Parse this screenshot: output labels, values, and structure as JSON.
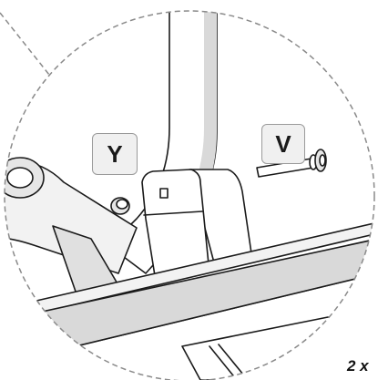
{
  "labels": {
    "y": "Y",
    "v": "V"
  },
  "quantity": "2 x",
  "colors": {
    "outline": "#1a1a1a",
    "shade": "#d9d9d9",
    "light_fill": "#f2f2f2",
    "label_fill": "#f0f0f0",
    "label_border": "#9a9a9a",
    "dashed_circle": "#8a8a8a"
  }
}
